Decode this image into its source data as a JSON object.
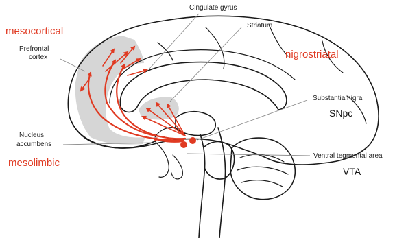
{
  "colors": {
    "pathway": "#e03a22",
    "outline": "#1a1a1a",
    "shade": "#d6d6d6",
    "leader": "#8a8a8a"
  },
  "pathway_labels": {
    "mesocortical": "mesocortical",
    "nigrostriatal": "nigrostriatal",
    "mesolimbic": "mesolimbic"
  },
  "structure_labels": {
    "cingulate_gyrus": "Cingulate gyrus",
    "striatum": "Striatum",
    "prefrontal_line1": "Prefrontal",
    "prefrontal_line2": "cortex",
    "substantia_nigra": "Substantia nigra",
    "nucleus_line1": "Nucleus",
    "nucleus_line2": "accumbens",
    "vta": "Ventral tegmental area"
  },
  "abbreviations": {
    "snpc": "SNpc",
    "vta": "VTA"
  }
}
